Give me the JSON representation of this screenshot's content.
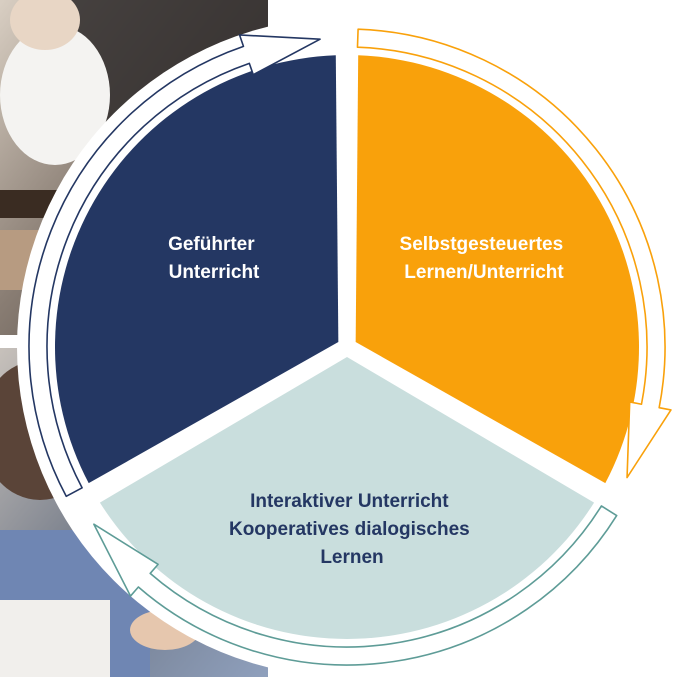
{
  "diagram": {
    "segments": [
      {
        "id": "gefuehrt",
        "lines": [
          "Geführter",
          "Unterricht"
        ],
        "fill": "#243763",
        "text_color": "#ffffff",
        "arrow_stroke": "#243763"
      },
      {
        "id": "selbst",
        "lines": [
          "Selbstgesteuertes",
          "Lernen/Unterricht"
        ],
        "fill": "#F9A10B",
        "text_color": "#ffffff",
        "arrow_stroke": "#F9A10B"
      },
      {
        "id": "interaktiv",
        "lines": [
          "Interaktiver Unterricht",
          "Kooperatives dialogisches",
          "Lernen"
        ],
        "fill": "#C9DEDD",
        "text_color": "#243763",
        "arrow_stroke": "#5E9C97"
      }
    ],
    "photos": [
      {
        "name": "photo-student-writing-top"
      },
      {
        "name": "photo-child-writing-bottom"
      }
    ]
  }
}
